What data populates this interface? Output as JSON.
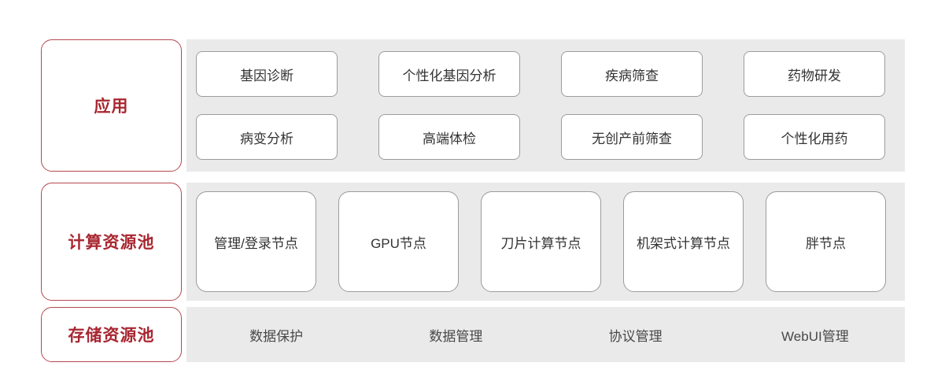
{
  "colors": {
    "accent_red": "#a82731",
    "accent_red_border": "#b5484f",
    "band_gray": "#eaeaea",
    "box_border": "#9c9c9c",
    "box_text": "#333333",
    "storage_text": "#484848"
  },
  "rows": [
    {
      "label": "应用",
      "items": [
        "基因诊断",
        "个性化基因分析",
        "疾病筛查",
        "药物研发",
        "病变分析",
        "高端体检",
        "无创产前筛查",
        "个性化用药"
      ]
    },
    {
      "label": "计算资源池",
      "items": [
        "管理/登录节点",
        "GPU节点",
        "刀片计算节点",
        "机架式计算节点",
        "胖节点"
      ]
    },
    {
      "label": "存储资源池",
      "items": [
        "数据保护",
        "数据管理",
        "协议管理",
        "WebUI管理"
      ]
    }
  ]
}
